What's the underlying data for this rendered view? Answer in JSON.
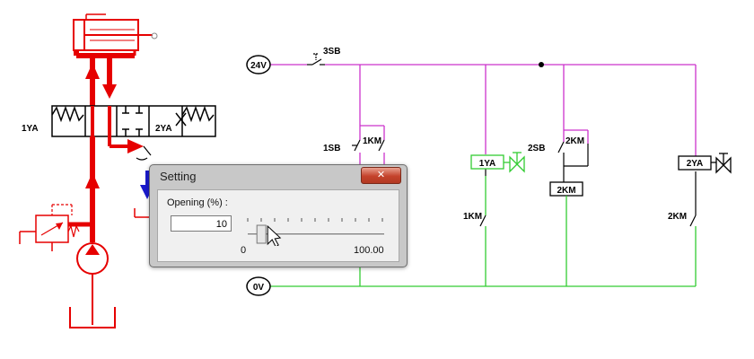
{
  "labels": {
    "v24": "24V",
    "v0": "0V",
    "sb3": "3SB",
    "sb1": "1SB",
    "km1_contact_a": "1KM",
    "ya1_valve": "1YA",
    "ya2_valve": "2YA",
    "coil_1ya": "1YA",
    "sb2": "2SB",
    "km2_contact_a": "2KM",
    "coil_2km": "2KM",
    "km1_contact_b": "1KM",
    "coil_2ya": "2YA",
    "km2_contact_b": "2KM"
  },
  "dialog": {
    "title": "Setting",
    "close_glyph": "✕",
    "opening_label": "Opening (%) :",
    "opening_value": "10",
    "slider_min": "0",
    "slider_max": "100.00",
    "slider_fraction": 0.1
  },
  "colors": {
    "wire_power": "#cc33cc",
    "wire_ground": "#33cc33",
    "hydraulic_active": "#e60000",
    "hydraulic_flow_blue": "#1a1acc"
  }
}
